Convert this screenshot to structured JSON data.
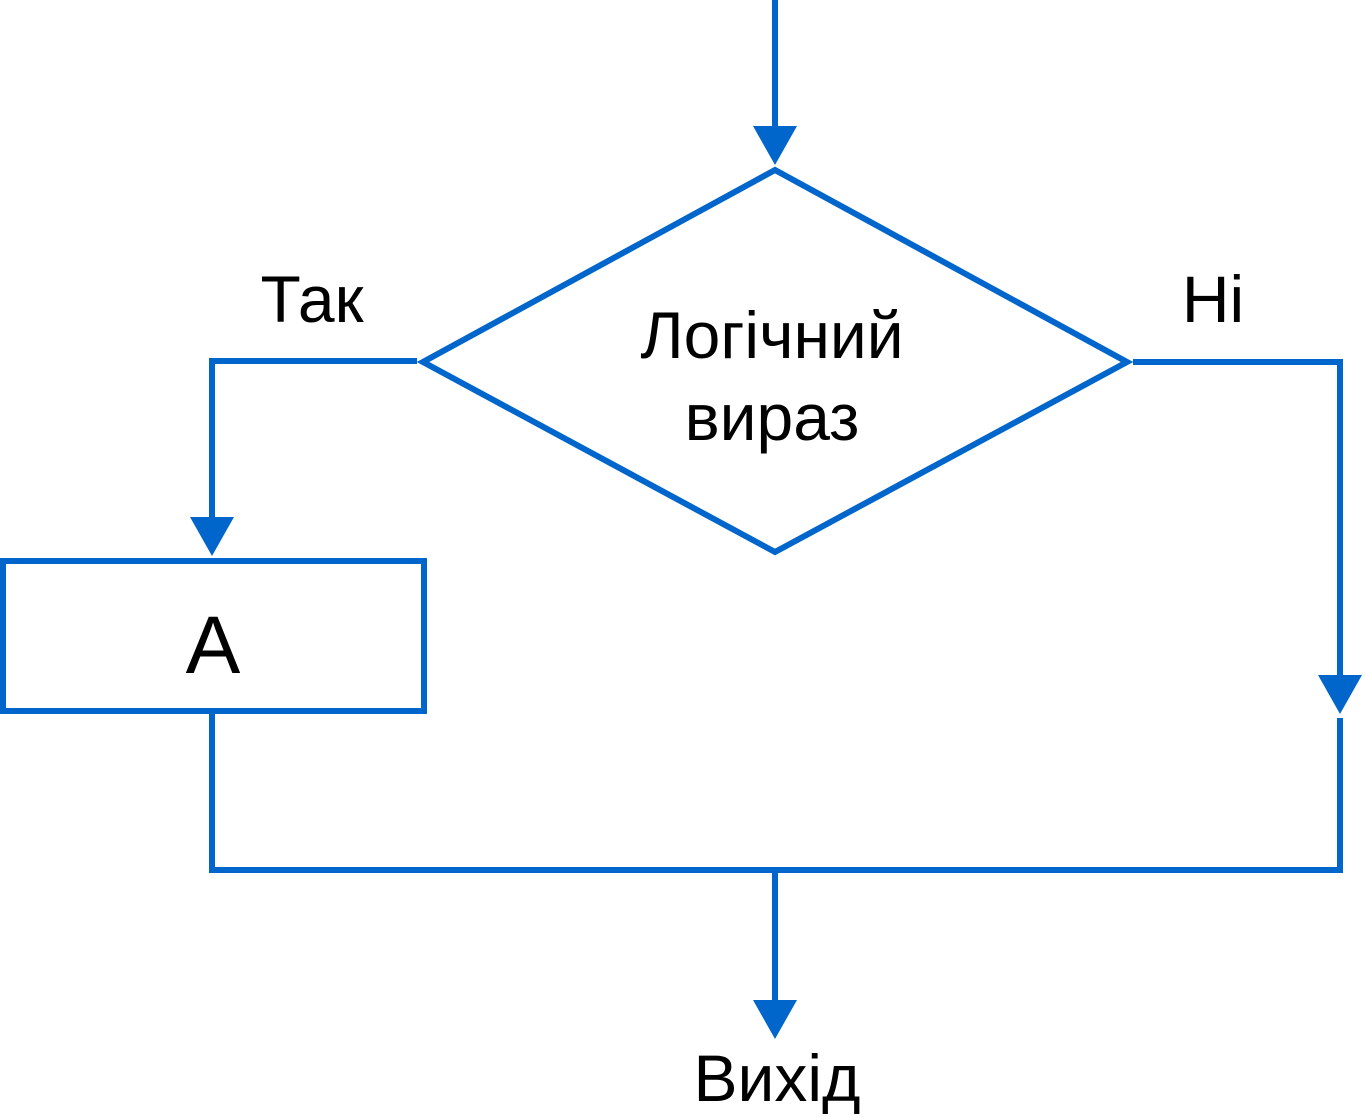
{
  "diagram": {
    "line_color": "#0066cc",
    "background": "#ffffff",
    "text_color": "#000000",
    "decision": {
      "line1": "Логічний",
      "line2": "вираз"
    },
    "branch_yes": "Так",
    "branch_no": "Ні",
    "process": "А",
    "exit": "Вихід"
  }
}
